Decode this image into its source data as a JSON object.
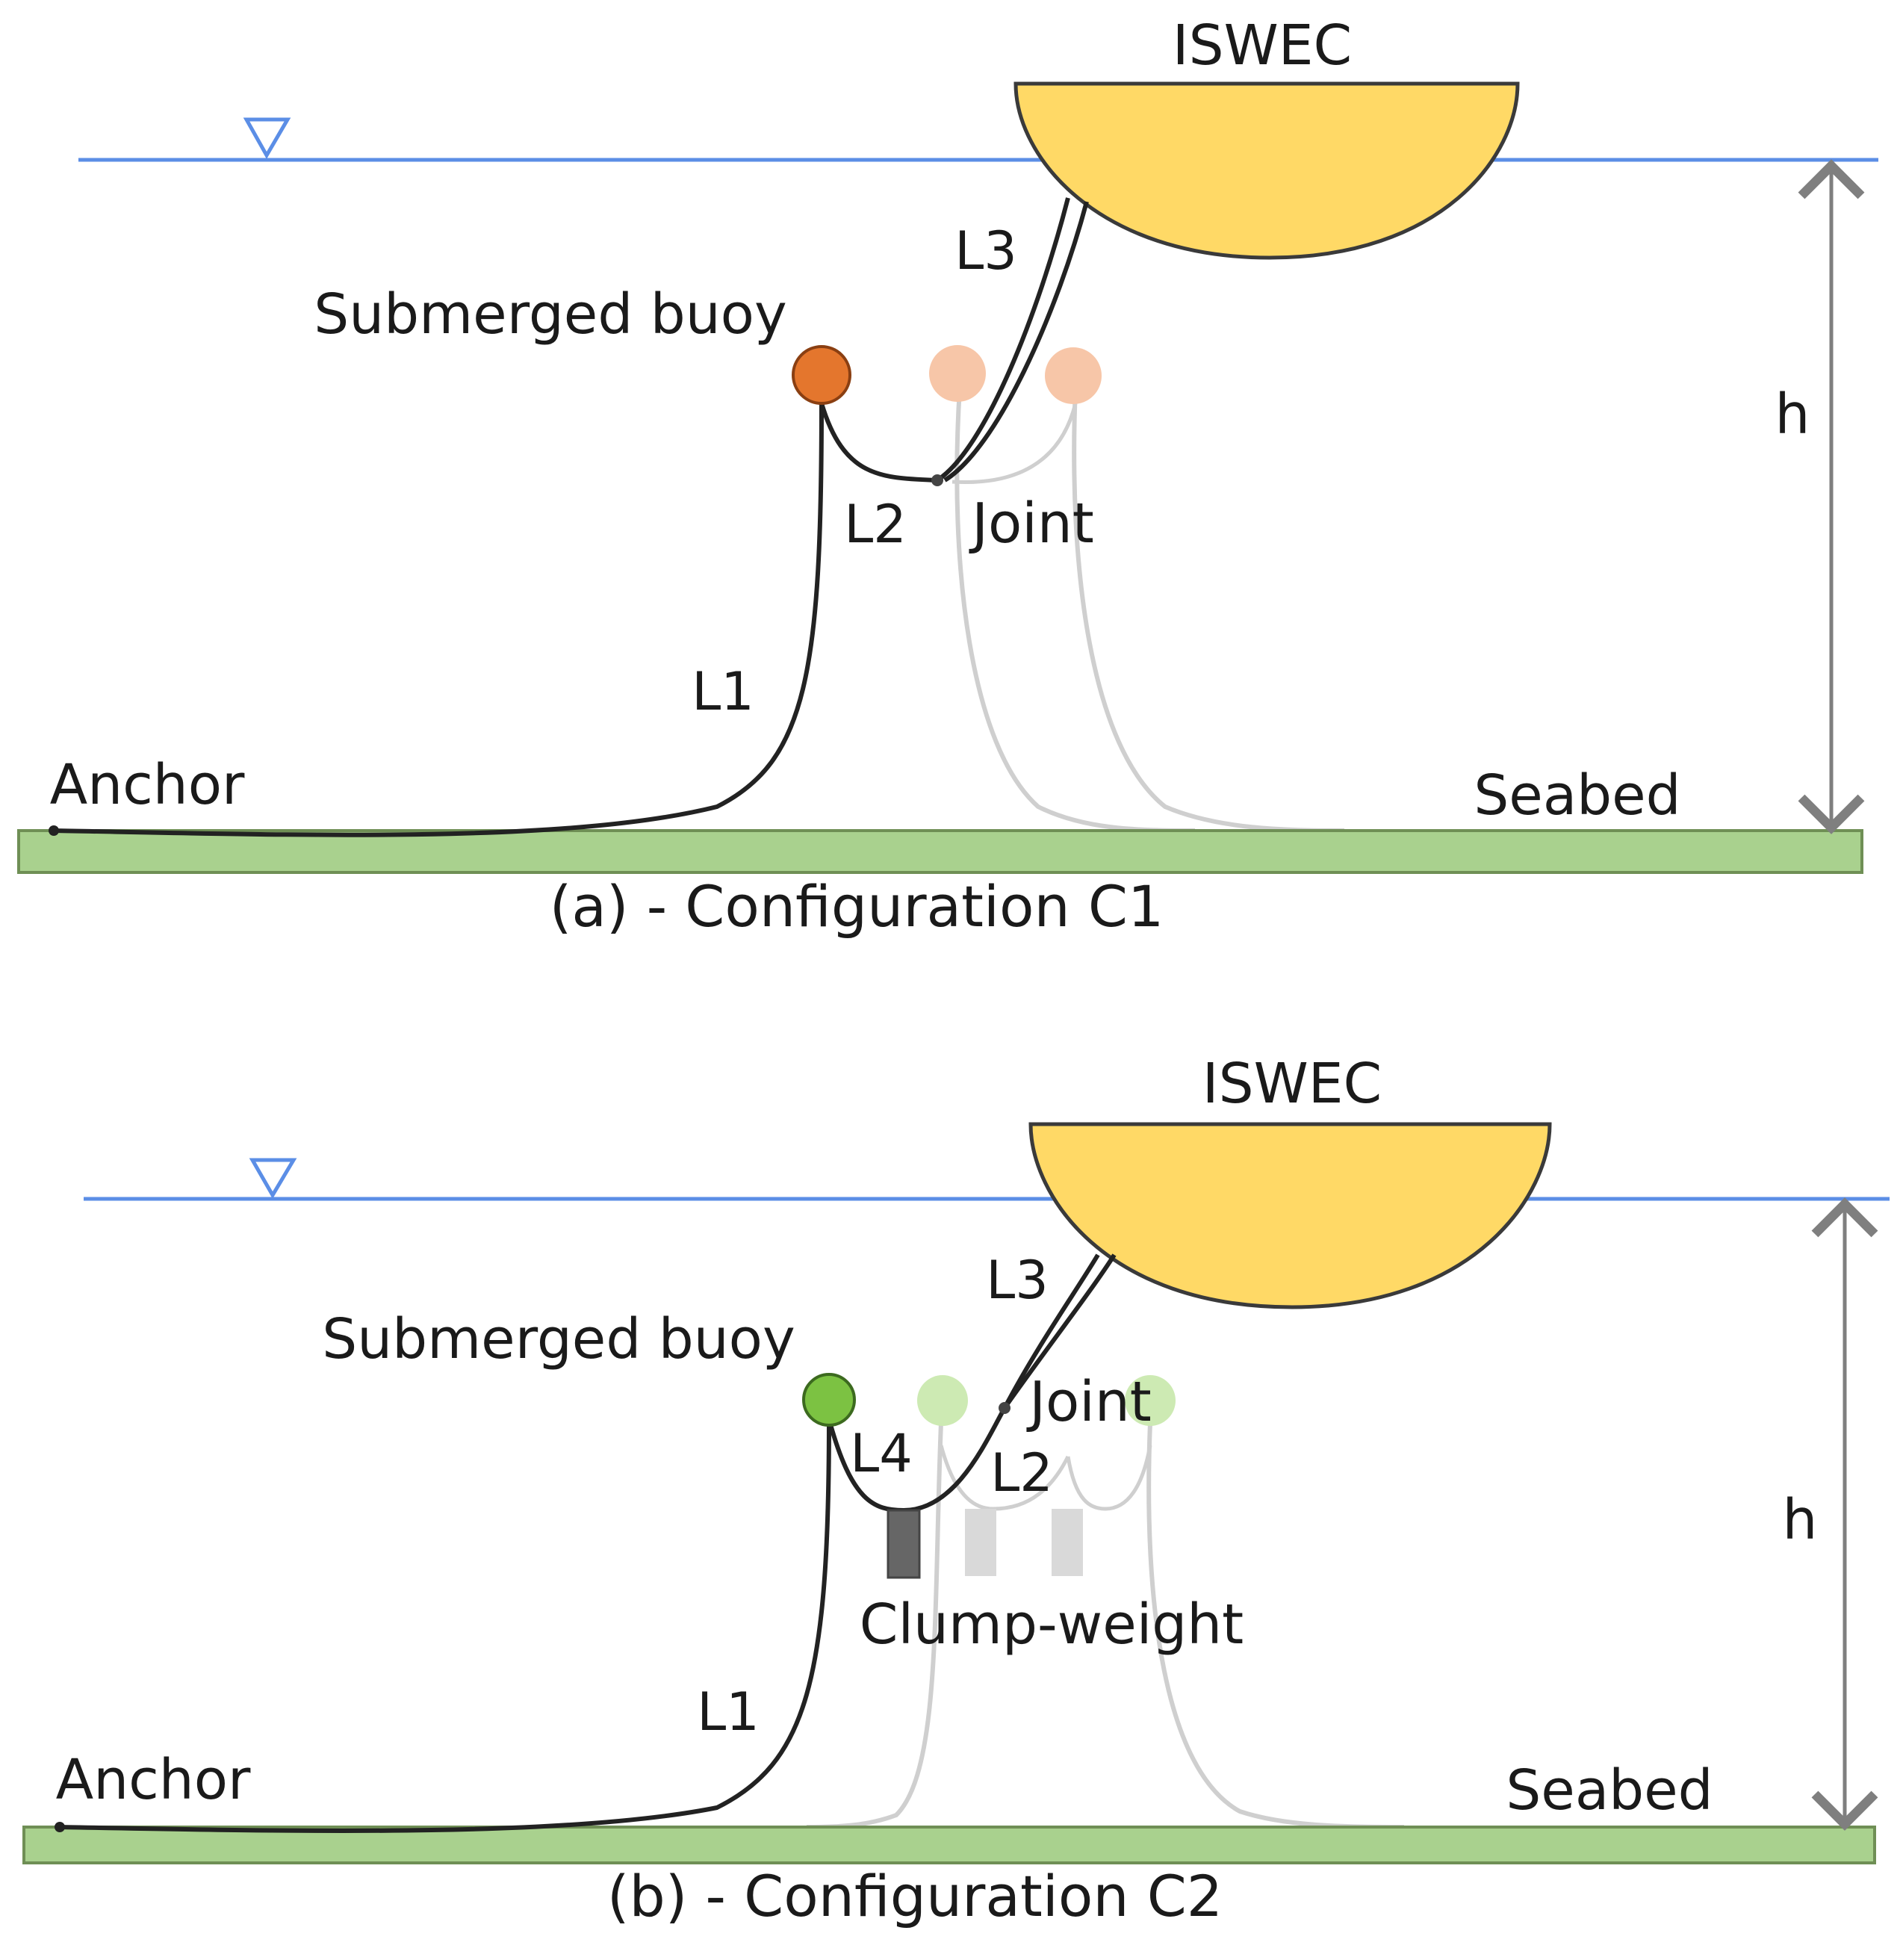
{
  "colors": {
    "water": "#5b8ee6",
    "seabed": "#a9d18e",
    "seabed_stroke": "#6f8f55",
    "hull": "#ffd966",
    "line_dark": "#222222",
    "line_ghost": "#cfcfcf",
    "buoy_a": "#e4762d",
    "buoy_a_ghost": "#f7c6a8",
    "buoy_b": "#7cc242",
    "buoy_b_ghost": "#cdeab3",
    "clump": "#666666",
    "clump_ghost": "#d9d9d9",
    "dimension": "#7f7f7f"
  },
  "icons": {
    "water_level": "inverted-triangle-water-level-icon"
  },
  "panel_a": {
    "device_label": "ISWEC",
    "buoy_label": "Submerged buoy",
    "joint_label": "Joint",
    "anchor_label": "Anchor",
    "seabed_label": "Seabed",
    "depth_label": "h",
    "line_labels": {
      "l1": "L1",
      "l2": "L2",
      "l3": "L3"
    },
    "caption": "(a) -  Configuration C1"
  },
  "panel_b": {
    "device_label": "ISWEC",
    "buoy_label": "Submerged buoy",
    "joint_label": "Joint",
    "clump_label": "Clump-weight",
    "anchor_label": "Anchor",
    "seabed_label": "Seabed",
    "depth_label": "h",
    "line_labels": {
      "l1": "L1",
      "l2": "L2",
      "l3": "L3",
      "l4": "L4"
    },
    "caption": "(b) -  Configuration C2"
  }
}
